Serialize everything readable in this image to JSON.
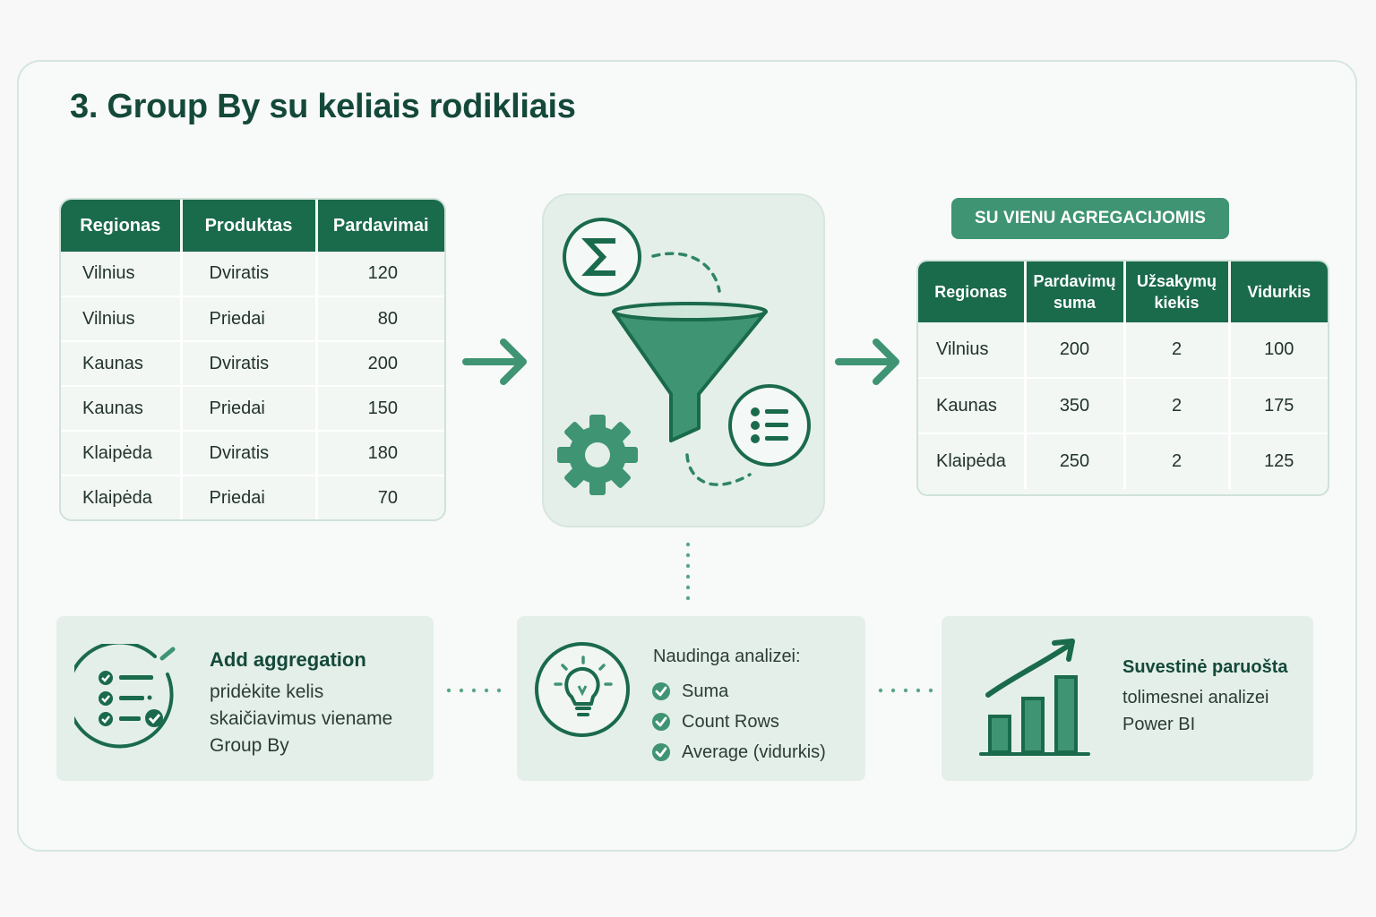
{
  "title": "3. Group By su keliais rodikliais",
  "source_table": {
    "headers": [
      "Regionas",
      "Produktas",
      "Pardavimai"
    ],
    "rows": [
      [
        "Vilnius",
        "Dviratis",
        "120"
      ],
      [
        "Vilnius",
        "Priedai",
        "80"
      ],
      [
        "Kaunas",
        "Dviratis",
        "200"
      ],
      [
        "Kaunas",
        "Priedai",
        "150"
      ],
      [
        "Klaipėda",
        "Dviratis",
        "180"
      ],
      [
        "Klaipėda",
        "Priedai",
        "70"
      ]
    ]
  },
  "process": {
    "icons": [
      "sigma-icon",
      "funnel-icon",
      "gear-icon",
      "list-icon"
    ]
  },
  "result": {
    "badge": "SU VIENU AGREGACIJOMIS",
    "headers": [
      "Regionas",
      "Pardavimų suma",
      "Užsakymų kiekis",
      "Vidurkis"
    ],
    "rows": [
      [
        "Vilnius",
        "200",
        "2",
        "100"
      ],
      [
        "Kaunas",
        "350",
        "2",
        "175"
      ],
      [
        "Klaipėda",
        "250",
        "2",
        "125"
      ]
    ]
  },
  "cards": {
    "aggregation": {
      "title": "Add aggregation",
      "text": "pridėkite kelis skaičiavimus viename Group By",
      "icon": "checklist-icon"
    },
    "analysis": {
      "heading": "Naudinga analizei:",
      "items": [
        "Suma",
        "Count Rows",
        "Average (vidurkis)"
      ],
      "icon": "lightbulb-icon"
    },
    "summary": {
      "title": "Suvestinė paruošta",
      "text": "tolimesnei analizei Power BI",
      "icon": "bar-chart-growth-icon"
    }
  },
  "colors": {
    "primary": "#1a6a4c",
    "accent": "#3f9473",
    "panel": "#e4efe9",
    "title": "#14493a"
  }
}
